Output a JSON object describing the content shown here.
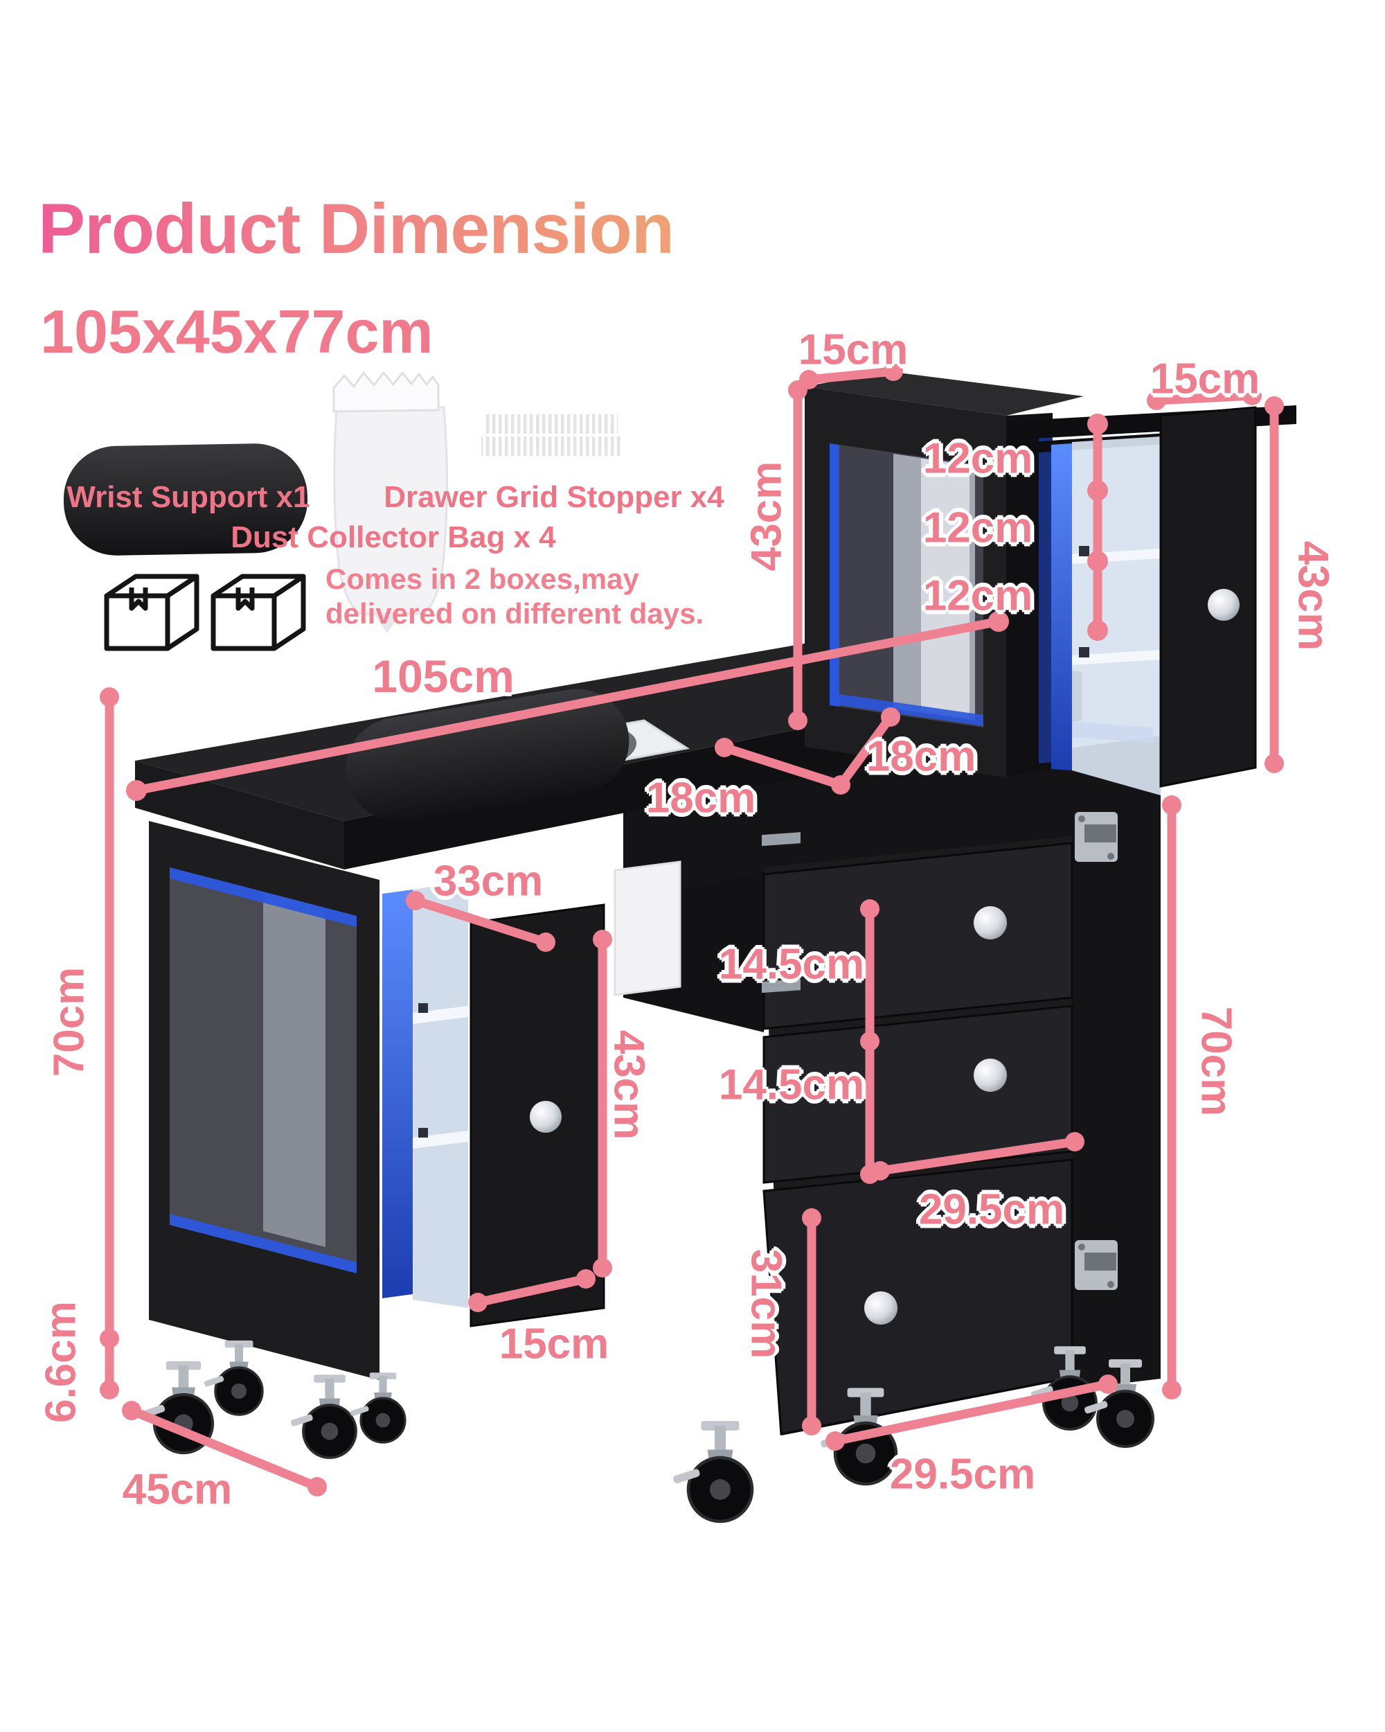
{
  "header": {
    "title": "Product Dimension",
    "subtitle": "105x45x77cm"
  },
  "accessories": {
    "wrist_support": "Wrist Support x1",
    "grid_stopper": "Drawer Grid Stopper x4",
    "dust_bag": "Dust Collector Bag x 4",
    "note_line1": "Comes in 2 boxes,may",
    "note_line2": "delivered on different days."
  },
  "labels": {
    "tower_depth_top": "15cm",
    "door_width_top_right": "15cm",
    "tower_height_left": "43cm",
    "shelf_gap_1": "12cm",
    "shelf_gap_2": "12cm",
    "shelf_gap_3": "12cm",
    "door_height_right": "43cm",
    "table_width": "105cm",
    "vent_offset_left": "18cm",
    "vent_offset_right": "18cm",
    "pullout_depth": "33cm",
    "drawer_height_1": "14.5cm",
    "drawer_height_2": "14.5cm",
    "pullout_door_height": "43cm",
    "drawer_width": "29.5cm",
    "bottom_door_height": "31cm",
    "table_height_left": "70cm",
    "cabinet_height_right": "70cm",
    "caster_height": "6.6cm",
    "pullout_door_width": "15cm",
    "pedestal_width_bottom": "29.5cm",
    "table_depth": "45cm"
  },
  "colors": {
    "accent_pink": "#ef8292",
    "label_pink": "#ee7d8d",
    "led_blue": "#2b57dd",
    "furniture_black": "#1c1c1e",
    "title_gradient_start": "#ee5d95",
    "title_gradient_end": "#efa173"
  }
}
